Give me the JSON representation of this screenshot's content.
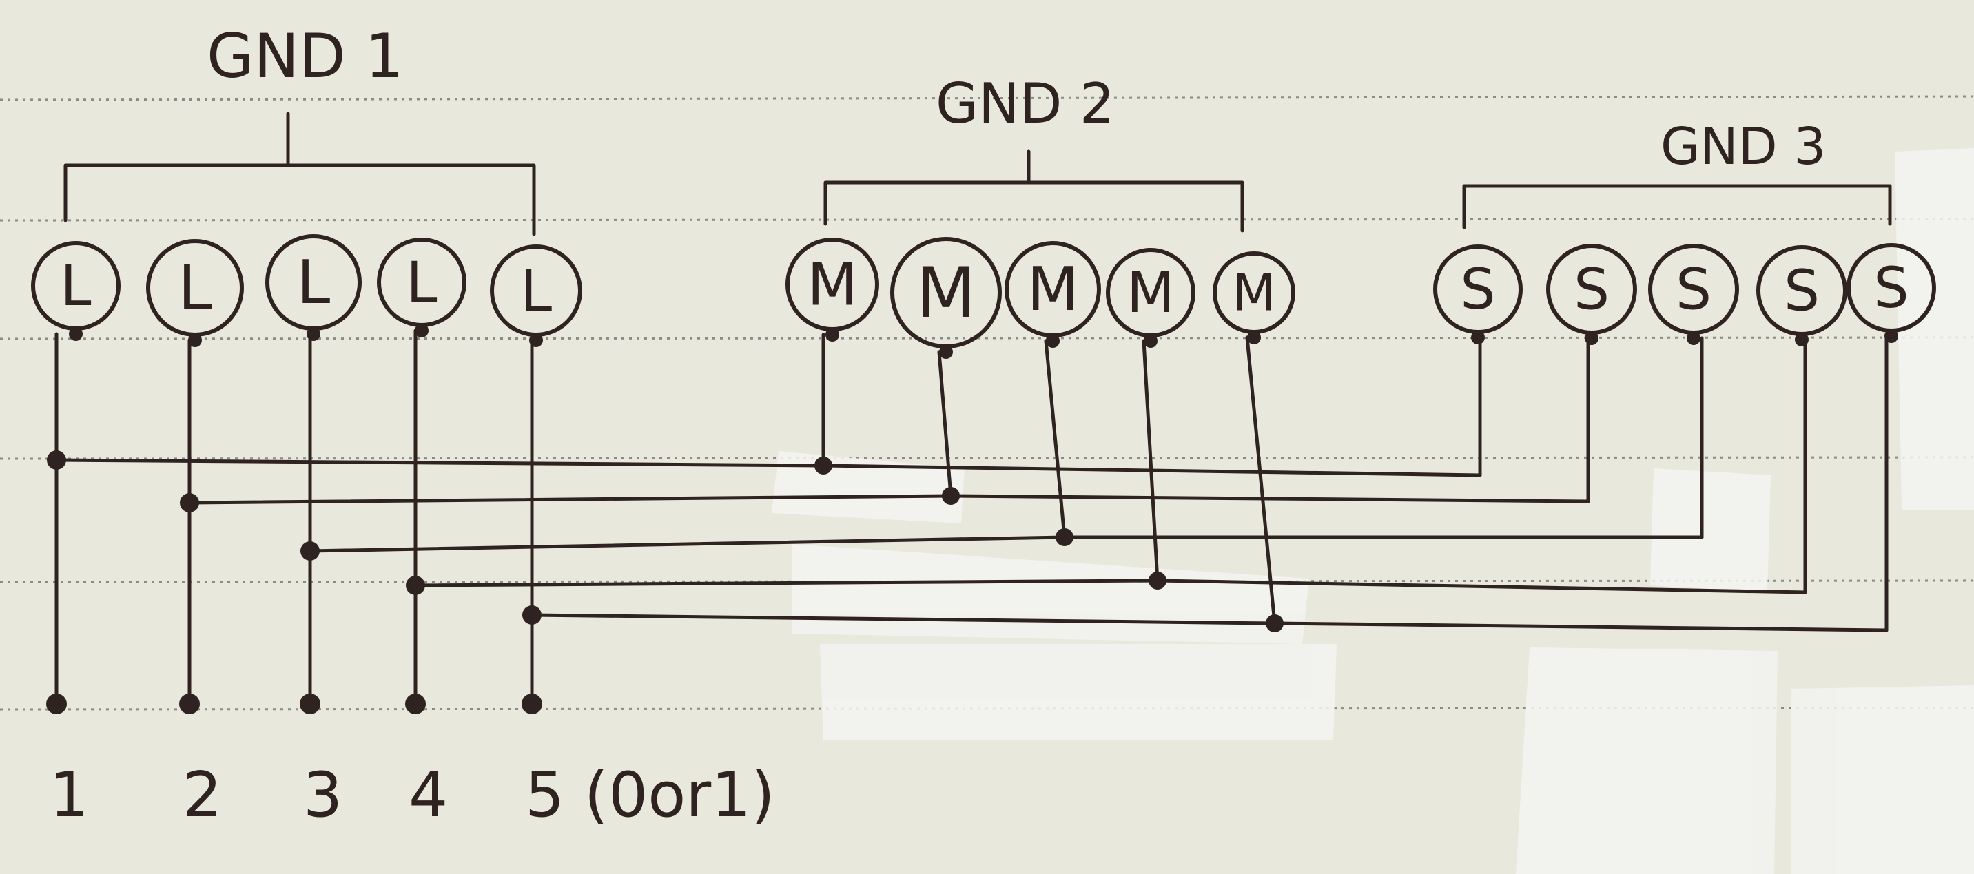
{
  "groups": [
    {
      "label": "GND 1",
      "lamp_label": "L"
    },
    {
      "label": "GND 2",
      "lamp_label": "M"
    },
    {
      "label": "GND 3",
      "lamp_label": "S"
    }
  ],
  "terminals": [
    "1",
    "2",
    "3",
    "4",
    "5 (0or1)"
  ],
  "colors": {
    "paper": "#e9e8dc",
    "ink": "#2e2320",
    "rule": "#8a8a86",
    "tape": "#f3f4f1"
  }
}
